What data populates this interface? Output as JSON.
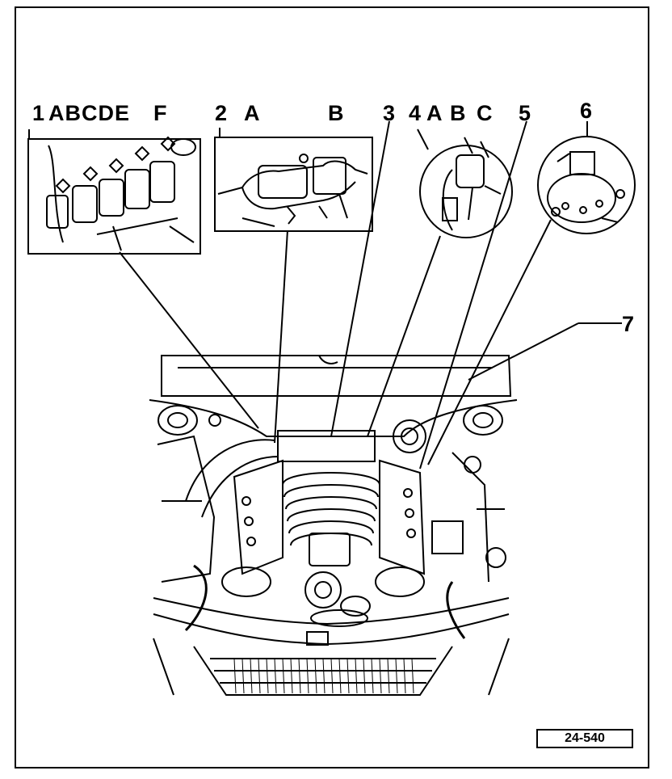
{
  "callouts": {
    "c1": "1",
    "c1_letters": "ABCDE",
    "c1_f": "F",
    "c2": "2",
    "c2_a": "A",
    "c2_b": "B",
    "c3": "3",
    "c4": "4",
    "c4_a": "A",
    "c4_b": "B",
    "c4_c": "C",
    "c5": "5",
    "c6": "6",
    "c7": "7"
  },
  "figure_code": "24-540",
  "colors": {
    "line": "#000000",
    "background": "#ffffff"
  }
}
